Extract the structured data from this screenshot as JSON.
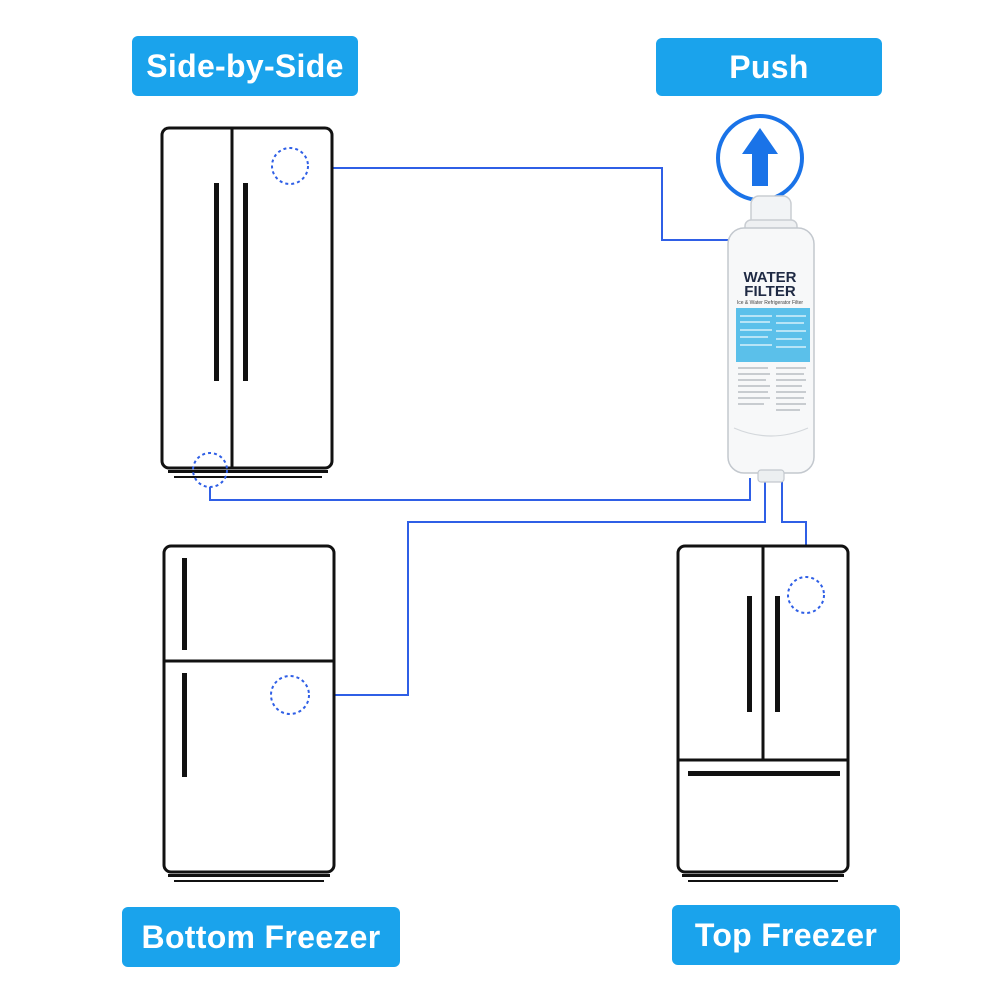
{
  "labels": {
    "side_by_side": "Side-by-Side",
    "push": "Push",
    "bottom_freezer": "Bottom Freezer",
    "top_freezer": "Top Freezer"
  },
  "filter": {
    "title_line1": "WATER",
    "title_line2": "FILTER",
    "subtitle": "Ice & Water Refrigerator Filter"
  },
  "colors": {
    "badge": "#1aa3ec",
    "line": "#2f5fe6",
    "arrow_ring": "#1a73e8",
    "fridge_stroke": "#111111",
    "filter_band": "#3fb6e8"
  }
}
